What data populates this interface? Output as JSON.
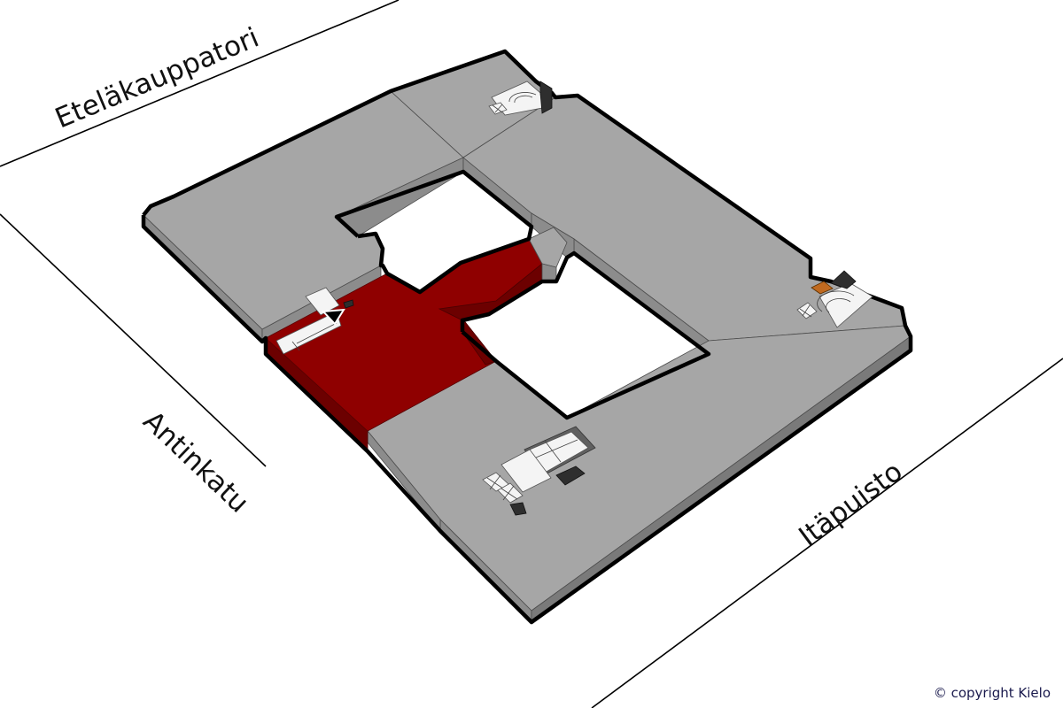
{
  "map": {
    "type": "isometric-floor-plan",
    "streets": [
      {
        "name": "Eteläkauppatori",
        "position": "top-left"
      },
      {
        "name": "Antinkatu",
        "position": "left"
      },
      {
        "name": "Itäpuisto",
        "position": "bottom-right"
      }
    ],
    "highlighted_area": {
      "color": "#8f0000",
      "label": ""
    },
    "building": {
      "floor_color": "#a6a6a6",
      "wall_color": "#8c8c8c",
      "outline_color": "#000000"
    },
    "features": [
      {
        "name": "stairwell-north",
        "icon": "stairs-elevator-icon"
      },
      {
        "name": "stairwell-east",
        "icon": "stairs-elevator-icon"
      },
      {
        "name": "stairwell-south",
        "icon": "elevator-icon"
      },
      {
        "name": "entrance",
        "icon": "entrance-arrow-icon"
      }
    ]
  },
  "footer": {
    "copyright": "© copyright Kielo"
  }
}
